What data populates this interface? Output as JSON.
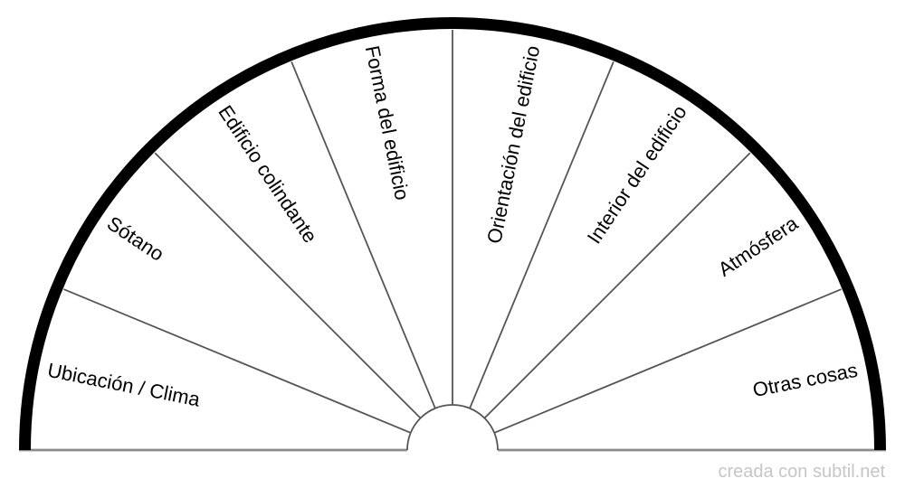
{
  "chart": {
    "type": "semicircular-dial",
    "sector_count": 8,
    "sectors": [
      {
        "label": "Ubicación / Clima"
      },
      {
        "label": "Sótano"
      },
      {
        "label": "Edificio colindante"
      },
      {
        "label": "Forma del edificio"
      },
      {
        "label": "Orientación del edificio"
      },
      {
        "label": "Interior del edificio"
      },
      {
        "label": "Atmósfera"
      },
      {
        "label": "Otras cosas"
      }
    ],
    "colors": {
      "arc": "#000000",
      "divider": "#555555",
      "baseline": "#8a8a8a",
      "label": "#000000",
      "watermark": "#c6c6c6"
    }
  },
  "watermark": {
    "text": "creada con subtil.net"
  }
}
